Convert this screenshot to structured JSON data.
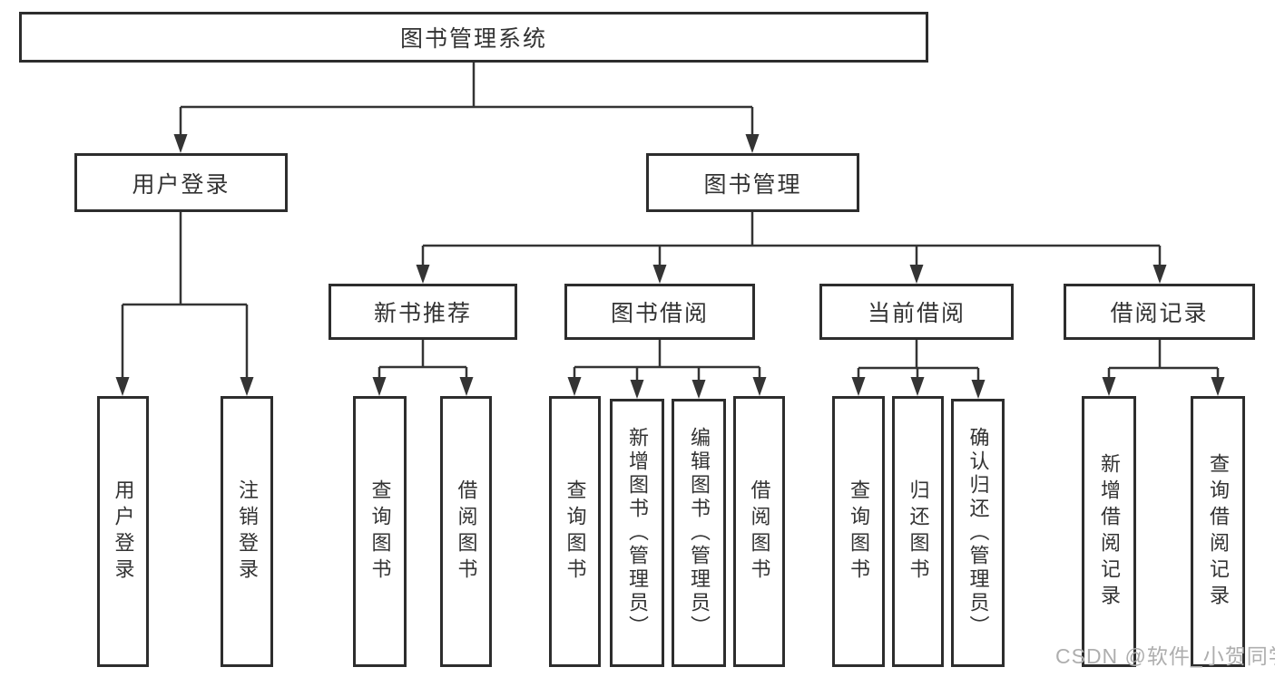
{
  "diagram": {
    "type": "tree",
    "title": "图书管理系统",
    "colors": {
      "line": "#343434",
      "box_border": "#2d2d2d",
      "text": "#333333",
      "watermark": "#aeaeae",
      "background": "#ffffff"
    },
    "nodes": {
      "root": {
        "label": "图书管理系统"
      },
      "level2": [
        {
          "label": "用户登录"
        },
        {
          "label": "图书管理"
        }
      ],
      "level3": [
        {
          "label": "新书推荐"
        },
        {
          "label": "图书借阅"
        },
        {
          "label": "当前借阅"
        },
        {
          "label": "借阅记录"
        }
      ],
      "leaves": [
        {
          "label": "用户登录",
          "parent": "用户登录"
        },
        {
          "label": "注销登录",
          "parent": "用户登录"
        },
        {
          "label": "查询图书",
          "parent": "新书推荐"
        },
        {
          "label": "借阅图书",
          "parent": "新书推荐"
        },
        {
          "label": "查询图书",
          "parent": "图书借阅"
        },
        {
          "label": "新增图书（管理员）",
          "parent": "图书借阅"
        },
        {
          "label": "编辑图书（管理员）",
          "parent": "图书借阅"
        },
        {
          "label": "借阅图书",
          "parent": "图书借阅"
        },
        {
          "label": "查询图书",
          "parent": "当前借阅"
        },
        {
          "label": "归还图书",
          "parent": "当前借阅"
        },
        {
          "label": "确认归还（管理员）",
          "parent": "当前借阅"
        },
        {
          "label": "新增借阅记录",
          "parent": "借阅记录"
        },
        {
          "label": "查询借阅记录",
          "parent": "借阅记录"
        }
      ]
    },
    "watermark": {
      "text": "CSDN @软件_小贺同学"
    }
  }
}
